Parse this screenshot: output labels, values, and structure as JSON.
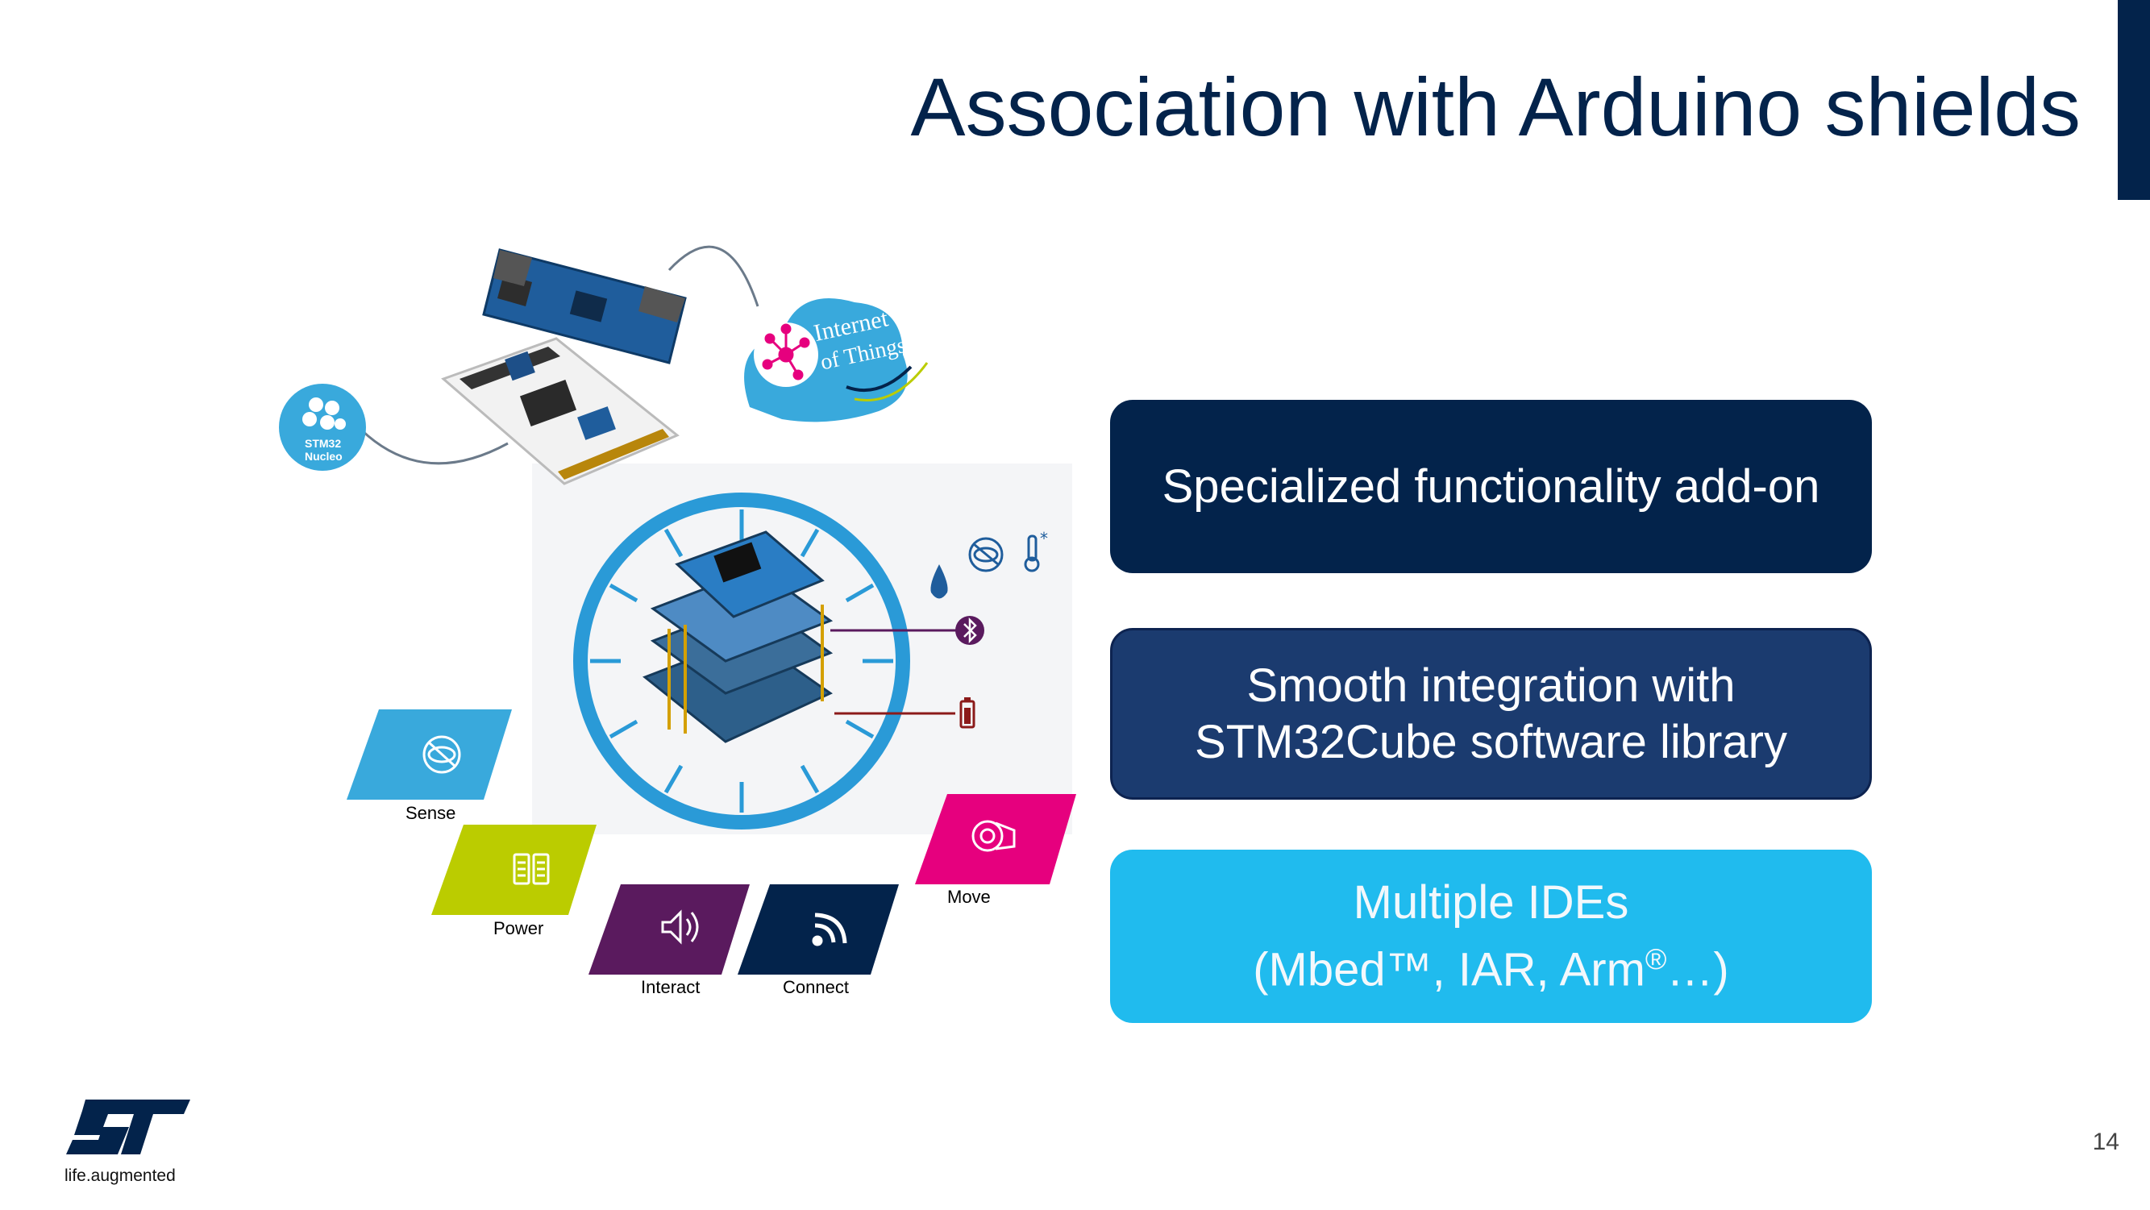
{
  "slide": {
    "title": "Association with Arduino shields",
    "page_number": "14"
  },
  "boxes": [
    {
      "lines": [
        "Specialized functionality add-on"
      ]
    },
    {
      "lines": [
        "Smooth integration with",
        "STM32Cube software library"
      ]
    },
    {
      "lines": [
        "Multiple IDEs",
        "(Mbed™, IAR, Arm",
        "®",
        "…)"
      ]
    }
  ],
  "illustration": {
    "nucleo_badge": [
      "STM32",
      "Nucleo"
    ],
    "iot_badge": [
      "Internet",
      "of Things"
    ],
    "tiles": [
      "Sense",
      "Power",
      "Interact",
      "Connect",
      "Move"
    ],
    "side_icons": [
      "water-drop-icon",
      "no-eye-icon",
      "thermometer-icon",
      "bluetooth-icon",
      "battery-icon"
    ]
  },
  "logo": {
    "brand": "ST",
    "tagline": "life.augmented"
  },
  "colors": {
    "navy": "#03234b",
    "dark_blue": "#1b3b6f",
    "cyan": "#20bbee",
    "sense": "#39a9dc",
    "power": "#bbcc00",
    "interact": "#5a1a5e",
    "connect": "#03234b",
    "move": "#e6007e"
  }
}
